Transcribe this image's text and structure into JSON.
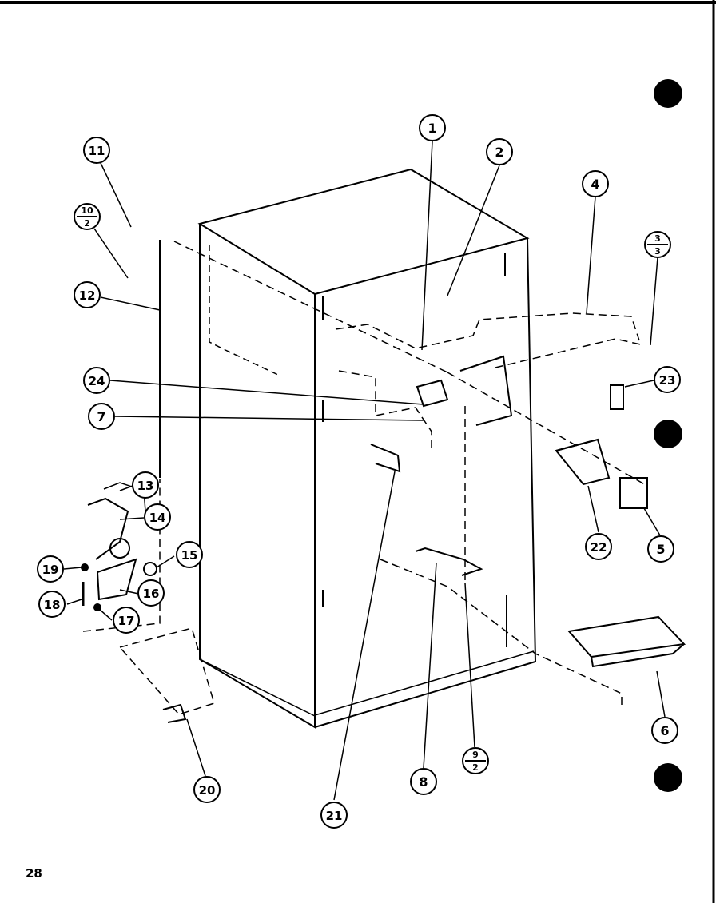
{
  "page": {
    "number": "28"
  },
  "callouts": [
    {
      "id": "c1",
      "label": "1"
    },
    {
      "id": "c2",
      "label": "2"
    },
    {
      "id": "c4",
      "label": "4"
    },
    {
      "id": "c3-3",
      "num": "3",
      "den": "3"
    },
    {
      "id": "c11",
      "label": "11"
    },
    {
      "id": "c10-2",
      "num": "10",
      "den": "2"
    },
    {
      "id": "c12",
      "label": "12"
    },
    {
      "id": "c24",
      "label": "24"
    },
    {
      "id": "c7",
      "label": "7"
    },
    {
      "id": "c23",
      "label": "23"
    },
    {
      "id": "c13",
      "label": "13"
    },
    {
      "id": "c14",
      "label": "14"
    },
    {
      "id": "c15",
      "label": "15"
    },
    {
      "id": "c19",
      "label": "19"
    },
    {
      "id": "c16",
      "label": "16"
    },
    {
      "id": "c18",
      "label": "18"
    },
    {
      "id": "c17",
      "label": "17"
    },
    {
      "id": "c22",
      "label": "22"
    },
    {
      "id": "c5",
      "label": "5"
    },
    {
      "id": "c6",
      "label": "6"
    },
    {
      "id": "c20",
      "label": "20"
    },
    {
      "id": "c21",
      "label": "21"
    },
    {
      "id": "c8",
      "label": "8"
    },
    {
      "id": "c9-2",
      "num": "9",
      "den": "2"
    }
  ]
}
